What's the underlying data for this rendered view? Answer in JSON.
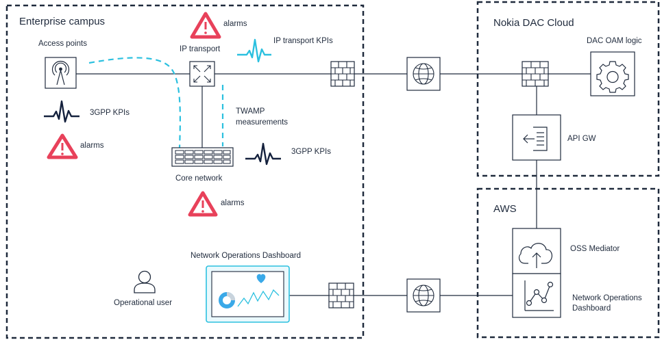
{
  "zones": {
    "enterprise": "Enterprise campus",
    "dac_cloud": "Nokia DAC Cloud",
    "aws": "AWS"
  },
  "labels": {
    "access_points": "Access points",
    "ip_transport": "IP transport",
    "ip_transport_kpis": "IP transport KPIs",
    "alarms_top": "alarms",
    "kpis_3gpp_left": "3GPP KPIs",
    "alarms_left": "alarms",
    "twamp_line1": "TWAMP",
    "twamp_line2": "measurements",
    "kpis_3gpp_core": "3GPP KPIs",
    "core_network": "Core network",
    "alarms_core": "alarms",
    "dashboard_top": "Network Operations Dashboard",
    "operational_user": "Operational user",
    "dac_oam_logic": "DAC OAM logic",
    "api_gw": "API GW",
    "oss_mediator": "OSS Mediator",
    "aws_dashboard_line1": "Network Operations",
    "aws_dashboard_line2": "Dashboard"
  },
  "colors": {
    "border": "#1f2a3c",
    "alarm": "#e8415a",
    "kpi_dark": "#14213d",
    "kpi_cyan": "#2bc0df",
    "dashed_link": "#2bc0df",
    "heart": "#3aa9e8"
  },
  "icons": [
    "antenna-icon",
    "router-icon",
    "firewall-icon",
    "globe-icon",
    "gear-icon",
    "api-gateway-icon",
    "cloud-upload-icon",
    "graph-nodes-icon",
    "user-icon",
    "alarm-icon",
    "kpi-pulse-icon",
    "dashboard-icon",
    "core-network-icon"
  ]
}
